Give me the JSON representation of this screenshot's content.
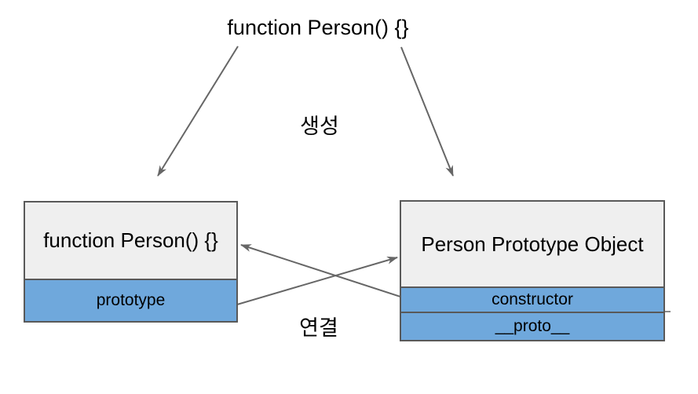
{
  "diagram": {
    "top_label": "function Person() {}",
    "labels": {
      "create": "생성",
      "link": "연결"
    },
    "left_box": {
      "title": "function Person() {}",
      "rows": [
        "prototype"
      ]
    },
    "right_box": {
      "title": "Person Prototype Object",
      "rows": [
        "constructor",
        "__proto__"
      ]
    },
    "colors": {
      "box_fill": "#efefef",
      "row_fill": "#6fa8dc",
      "box_border": "#595959",
      "arrow": "#666666",
      "text": "#000000",
      "background": "#ffffff"
    }
  }
}
